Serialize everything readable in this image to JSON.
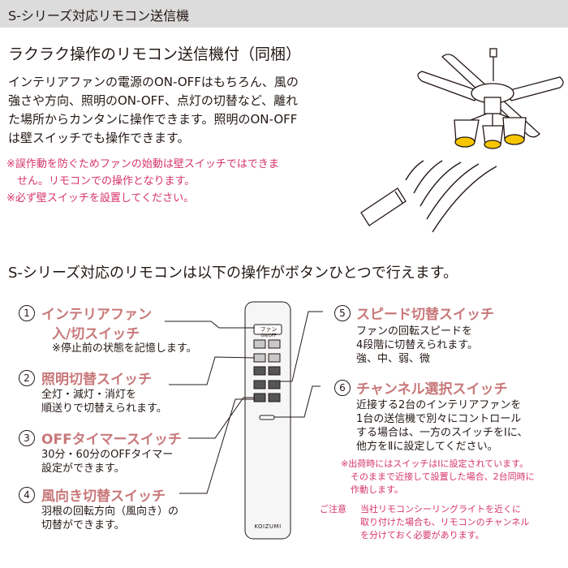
{
  "header": {
    "title": "S-シリーズ対応リモコン送信機"
  },
  "intro": {
    "subtitle": "ラクラク操作のリモコン送信機付（同梱）",
    "lines": [
      "インテリアファンの電源のON-OFFはもちろん、風の",
      "強さや方向、照明のON-OFF、点灯の切替など、離れ",
      "た場所からカンタンに操作できます。照明のON-OFF",
      "は壁スイッチでも操作できます。"
    ],
    "notes": [
      "※誤作動を防ぐためファンの始動は壁スイッチではできま",
      "　せん。リモコンでの操作となります。",
      "※必ず壁スイッチを設置してください。"
    ]
  },
  "section_heading": "S-シリーズ対応のリモコンは以下の操作がボタンひとつで行えます。",
  "functions": [
    {
      "num": "1",
      "title_lines": [
        "インテリアファン",
        "入/切スイッチ"
      ],
      "desc": [
        "※停止前の状態を記憶します。"
      ]
    },
    {
      "num": "2",
      "title_lines": [
        "照明切替スイッチ"
      ],
      "desc": [
        "全灯・減灯・消灯を",
        "順送りで切替えられます。"
      ]
    },
    {
      "num": "3",
      "title_lines": [
        "OFFタイマースイッチ"
      ],
      "desc": [
        "30分・60分のOFFタイマー",
        "設定ができます。"
      ]
    },
    {
      "num": "4",
      "title_lines": [
        "風向き切替スイッチ"
      ],
      "desc": [
        "羽根の回転方向（風向き）の",
        "切替ができます。"
      ]
    },
    {
      "num": "5",
      "title_lines": [
        "スピード切替スイッチ"
      ],
      "desc": [
        "ファンの回転スピードを",
        "4段階に切替えられます。",
        "強、中、弱、微"
      ]
    },
    {
      "num": "6",
      "title_lines": [
        "チャンネル選択スイッチ"
      ],
      "desc": [
        "近接する2台のインテリアファンを",
        "1台の送信機で別々にコントロール",
        "する場合は、一方のスイッチをⅠに、",
        "他方をⅡに設定してください。"
      ]
    }
  ],
  "shipping_note": [
    "※出荷時にはスイッチはⅠに設定されています。",
    "そのままで近接して設置した場合、2台同時に",
    "作動します。"
  ],
  "caution": {
    "label": "ご注意",
    "lines": [
      "当社リモコンシーリングライトを近くに",
      "取り付けた場合も、リモコンのチャンネル",
      "を分けておく必要があります。"
    ]
  },
  "remote": {
    "brand": "KOIZUMI",
    "fan_label": "ファン",
    "on_off_label": "ON/OFF"
  },
  "colors": {
    "accent_pink": "#c8787a",
    "note_pink": "#d6336c",
    "header_gray": "#dcdcdc",
    "lamp_yellow": "#f7c600"
  }
}
